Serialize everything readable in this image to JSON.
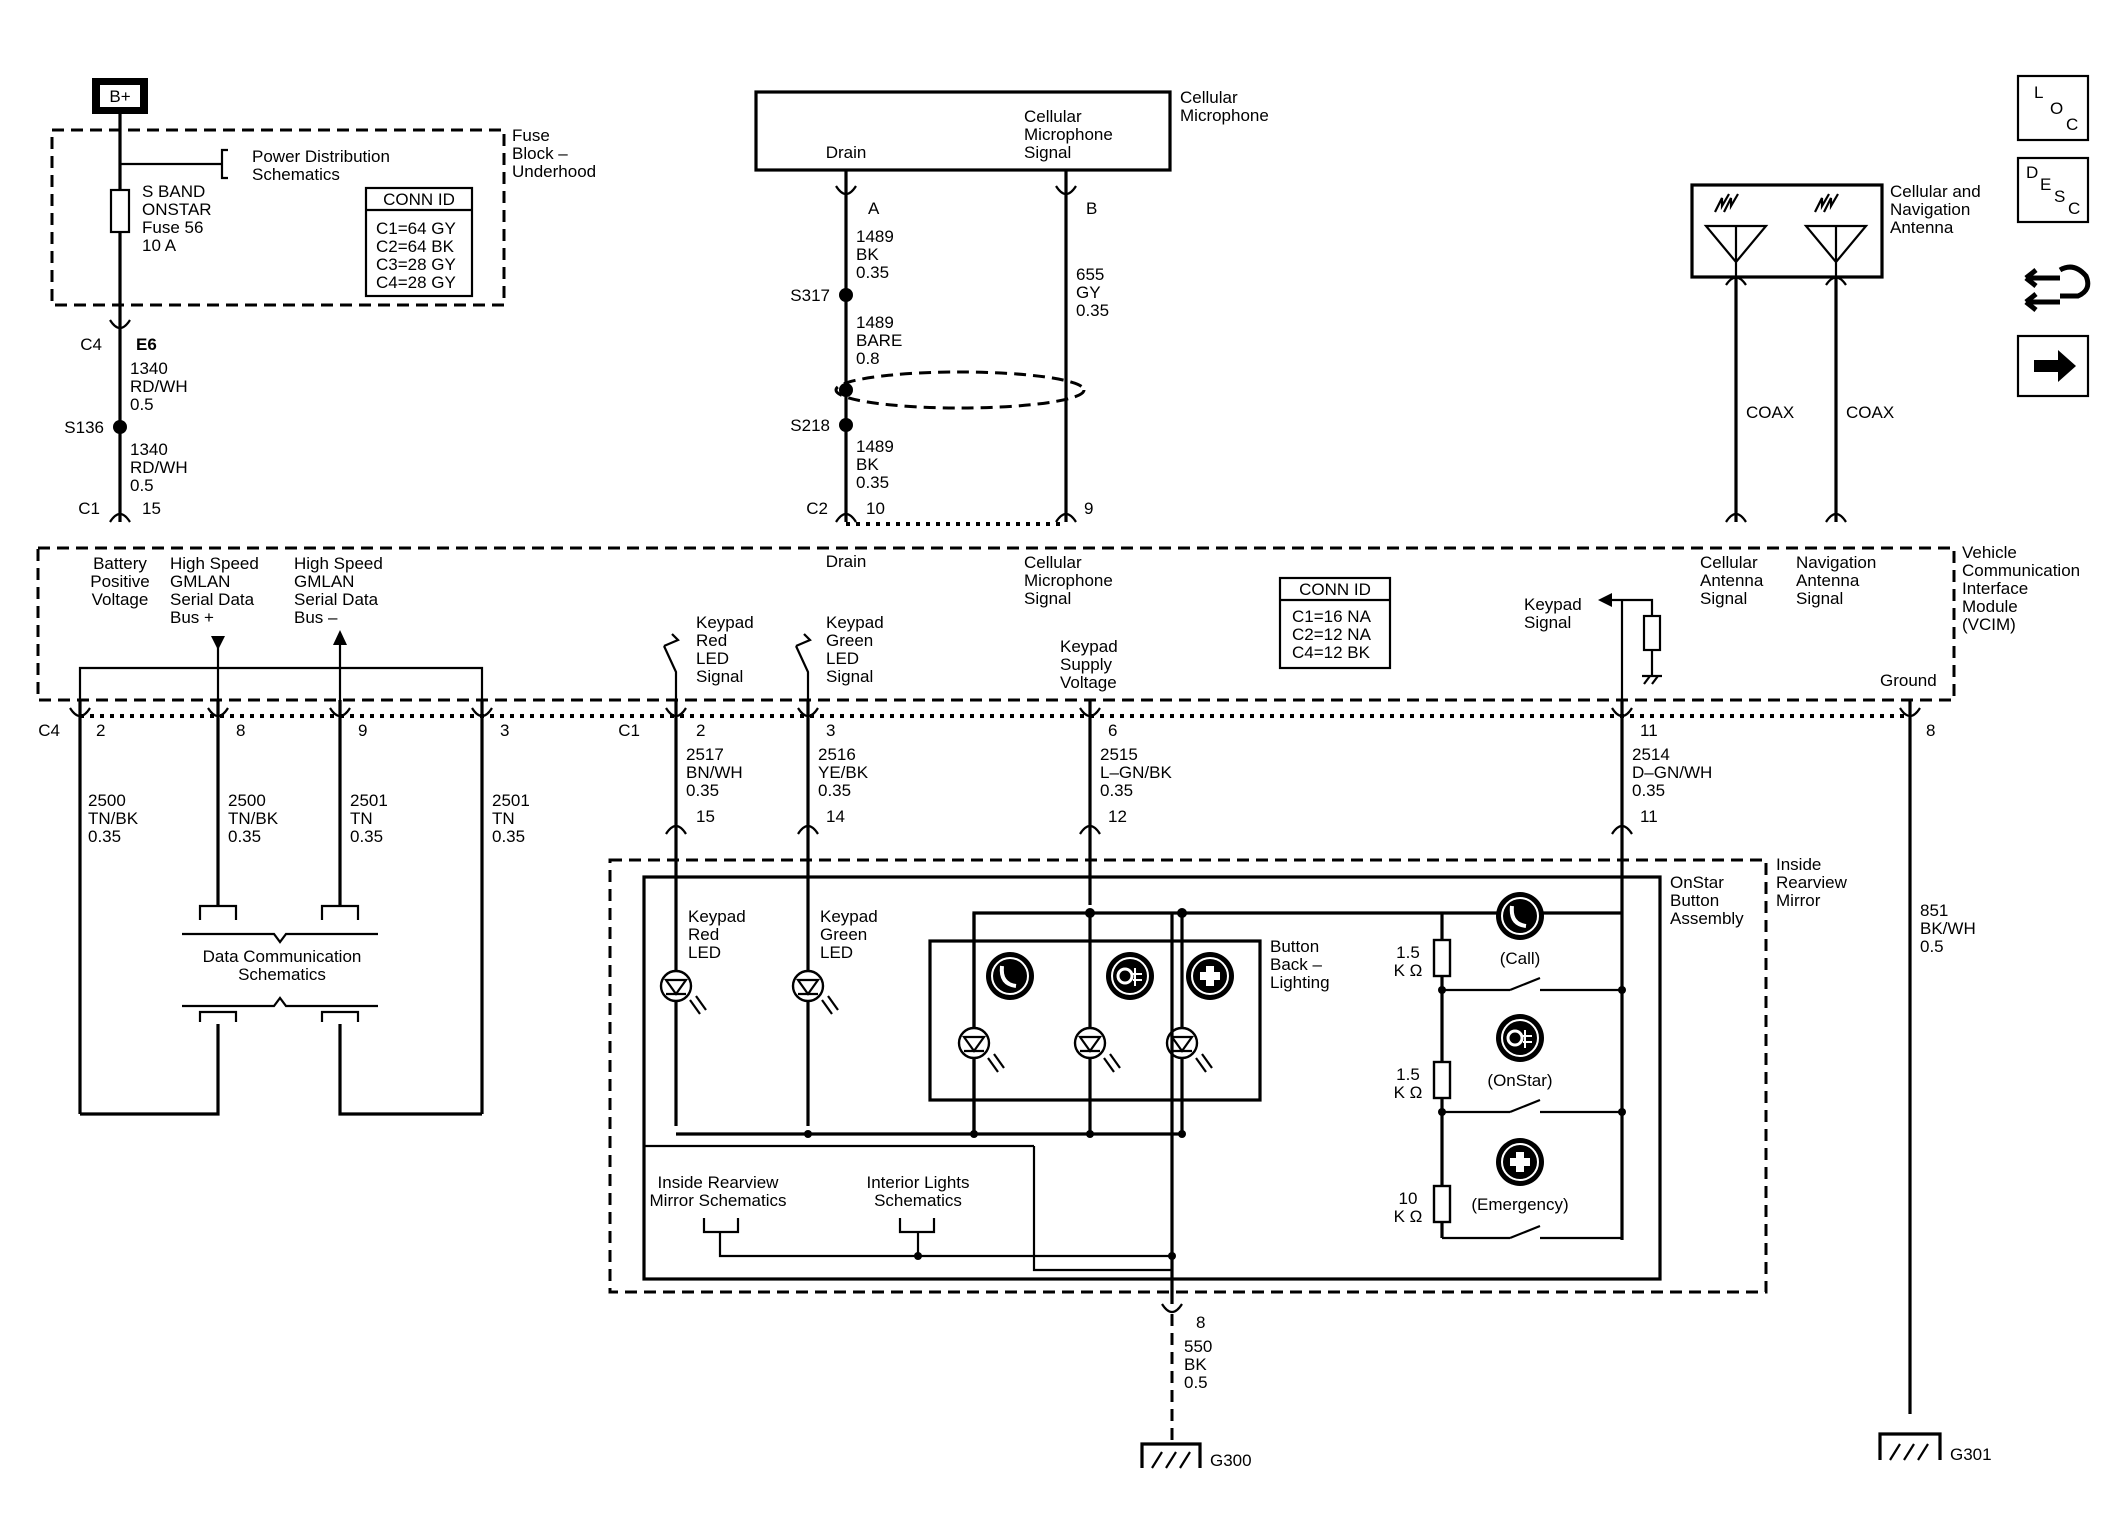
{
  "supply": {
    "label": "B+"
  },
  "fuse_block": {
    "title": [
      "Fuse",
      "Block –",
      "Underhood"
    ],
    "power_ref": [
      "Power Distribution",
      "Schematics"
    ],
    "fuse": [
      "S BAND",
      "ONSTAR",
      "Fuse 56",
      "10 A"
    ],
    "conn_id": {
      "title": "CONN ID",
      "rows": [
        "C1=64 GY",
        "C2=64 BK",
        "C3=28 GY",
        "C4=28 GY"
      ]
    },
    "out_connector": "C4",
    "out_pin": "E6"
  },
  "power_wire": {
    "seg1": [
      "1340",
      "RD/WH",
      "0.5"
    ],
    "splice": "S136",
    "seg2": [
      "1340",
      "RD/WH",
      "0.5"
    ],
    "vcim_connector": "C1",
    "vcim_pin": "15"
  },
  "microphone": {
    "title": [
      "Cellular",
      "Microphone"
    ],
    "drain_label": "Drain",
    "signal_label": [
      "Cellular",
      "Microphone",
      "Signal"
    ],
    "pin_a": "A",
    "pin_b": "B",
    "wire_a1": [
      "1489",
      "BK",
      "0.35"
    ],
    "splice_1": "S317",
    "wire_a2": [
      "1489",
      "BARE",
      "0.8"
    ],
    "splice_2": "S218",
    "wire_a3": [
      "1489",
      "BK",
      "0.35"
    ],
    "wire_b": [
      "655",
      "GY",
      "0.35"
    ],
    "vcim_connector": "C2",
    "vcim_pin_a": "10",
    "vcim_pin_b": "9"
  },
  "antenna": {
    "title": [
      "Cellular and",
      "Navigation",
      "Antenna"
    ],
    "coax_1": "COAX",
    "coax_2": "COAX"
  },
  "nav_icons": {
    "loc": [
      "L",
      "O",
      "C"
    ],
    "desc": [
      "D",
      "E",
      "S",
      "C"
    ]
  },
  "vcim": {
    "title": [
      "Vehicle",
      "Communication",
      "Interface",
      "Module",
      "(VCIM)"
    ],
    "pins_top": {
      "battery": [
        "Battery",
        "Positive",
        "Voltage"
      ],
      "hs_plus": [
        "High Speed",
        "GMLAN",
        "Serial Data",
        "Bus +"
      ],
      "hs_minus": [
        "High Speed",
        "GMLAN",
        "Serial Data",
        "Bus –"
      ],
      "drain": "Drain",
      "mic_signal": [
        "Cellular",
        "Microphone",
        "Signal"
      ],
      "cell_ant": [
        "Cellular",
        "Antenna",
        "Signal"
      ],
      "nav_ant": [
        "Navigation",
        "Antenna",
        "Signal"
      ]
    },
    "pins_bottom": {
      "red_led": [
        "Keypad",
        "Red",
        "LED",
        "Signal"
      ],
      "green_led": [
        "Keypad",
        "Green",
        "LED",
        "Signal"
      ],
      "supply": [
        "Keypad",
        "Supply",
        "Voltage"
      ],
      "keypad_signal": [
        "Keypad",
        "Signal"
      ],
      "ground": "Ground"
    },
    "conn_id": {
      "title": "CONN ID",
      "rows": [
        "C1=16 NA",
        "C2=12 NA",
        "C4=12 BK"
      ]
    }
  },
  "gmlan": {
    "connector": "C4",
    "pins": [
      "2",
      "8",
      "9",
      "3"
    ],
    "wires": [
      [
        "2500",
        "TN/BK",
        "0.35"
      ],
      [
        "2500",
        "TN/BK",
        "0.35"
      ],
      [
        "2501",
        "TN",
        "0.35"
      ],
      [
        "2501",
        "TN",
        "0.35"
      ]
    ],
    "ref": [
      "Data Communication",
      "Schematics"
    ]
  },
  "keypad_wires": {
    "connector": "C1",
    "pins": [
      "2",
      "3",
      "6",
      "11",
      "8"
    ],
    "wires": [
      [
        "2517",
        "BN/WH",
        "0.35"
      ],
      [
        "2516",
        "YE/BK",
        "0.35"
      ],
      [
        "2515",
        "L–GN/BK",
        "0.35"
      ],
      [
        "2514",
        "D–GN/WH",
        "0.35"
      ]
    ],
    "mirror_pins": [
      "15",
      "14",
      "12",
      "11"
    ]
  },
  "mirror": {
    "title": [
      "Inside",
      "Rearview",
      "Mirror"
    ],
    "assembly": [
      "OnStar",
      "Button",
      "Assembly"
    ],
    "red_led": [
      "Keypad",
      "Red",
      "LED"
    ],
    "green_led": [
      "Keypad",
      "Green",
      "LED"
    ],
    "backlight": [
      "Button",
      "Back –",
      "Lighting"
    ],
    "res_1": [
      "1.5",
      "K Ω"
    ],
    "res_2": [
      "1.5",
      "K Ω"
    ],
    "res_3": [
      "10",
      "K Ω"
    ],
    "btn_call": "(Call)",
    "btn_onstar": "(OnStar)",
    "btn_emergency": "(Emergency)",
    "ref_mirror": [
      "Inside Rearview",
      "Mirror Schematics"
    ],
    "ref_lights": [
      "Interior Lights",
      "Schematics"
    ],
    "ground_pin": "8"
  },
  "grounds": {
    "g300_wire": [
      "550",
      "BK",
      "0.5"
    ],
    "g300": "G300",
    "g301_wire": [
      "851",
      "BK/WH",
      "0.5"
    ],
    "g301": "G301"
  }
}
